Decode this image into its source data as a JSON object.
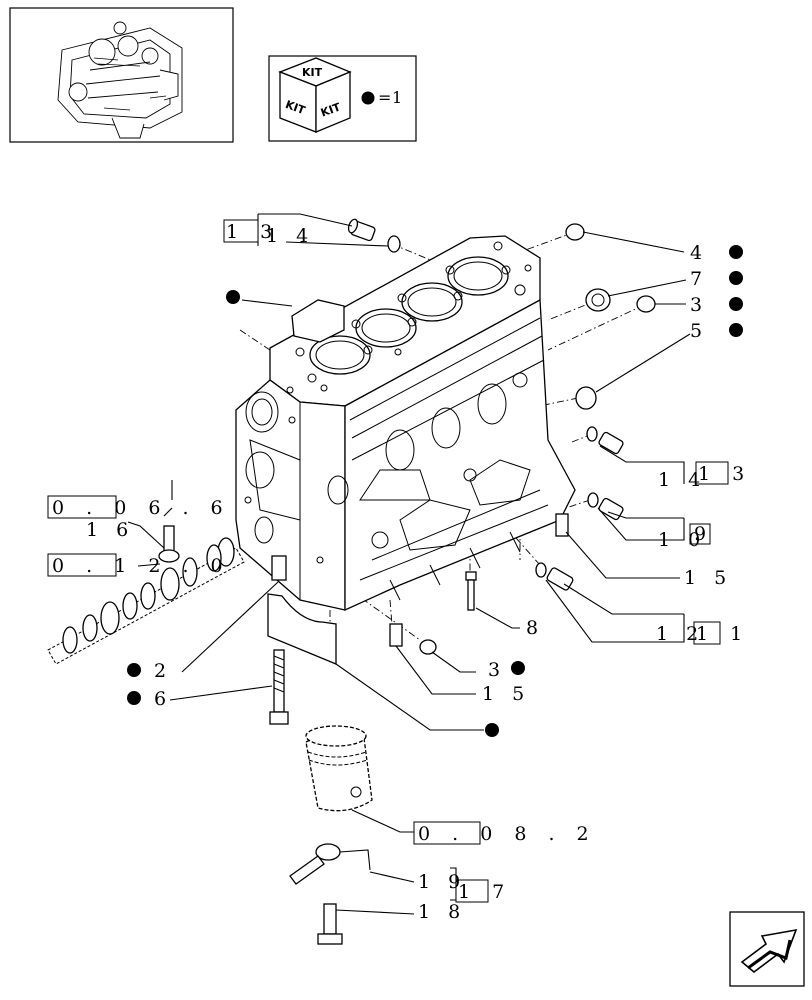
{
  "legend": {
    "kit_text": "KIT",
    "equals": "=",
    "kit_value": "1"
  },
  "references": {
    "ref_0_06": "0 . 0 6 . 6",
    "ref_0_12": "0 . 1 2 . 0",
    "ref_0_08": "0 . 0 8 . 2",
    "kit_13": "1 3",
    "kit_11": "1 1",
    "kit_9": "9",
    "kit_17": "1 7"
  },
  "callouts": {
    "c1": "1",
    "c2": "2",
    "c3a": "3",
    "c3b": "3",
    "c4": "4",
    "c5": "5",
    "c6": "6",
    "c7": "7",
    "c8": "8",
    "c10": "1 0",
    "c12": "1 2",
    "c14a": "1 4",
    "c14b": "1 4",
    "c15a": "1 5",
    "c15b": "1 5",
    "c16": "1 6",
    "c18": "1 8",
    "c19": "1 9"
  },
  "icons": {
    "thumbnail": "engine-thumbnail-icon",
    "kit": "kit-box-icon",
    "nav": "next-page-arrow-icon"
  }
}
